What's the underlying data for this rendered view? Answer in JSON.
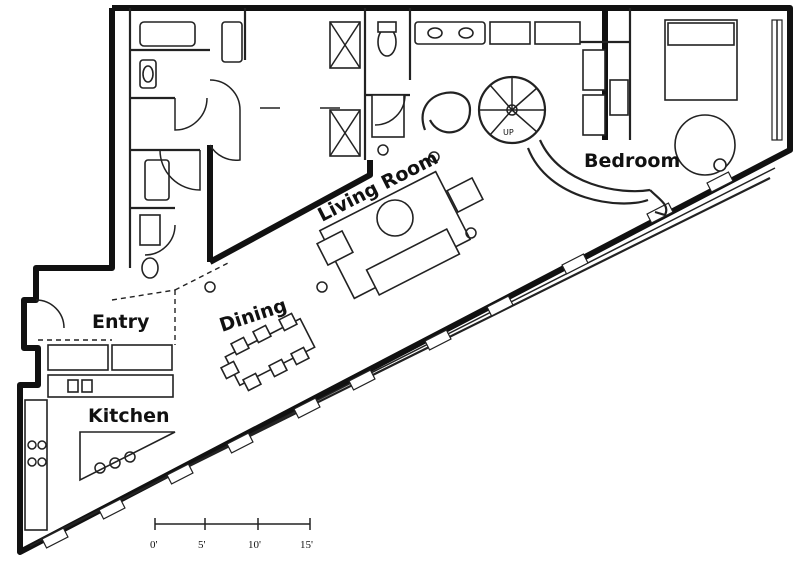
{
  "rooms": {
    "living_room": "Living Room",
    "bedroom": "Bedroom",
    "entry": "Entry",
    "dining": "Dining",
    "kitchen": "Kitchen"
  },
  "stair": {
    "label": "UP"
  },
  "scale_bar": {
    "ticks": [
      "0'",
      "5'",
      "10'",
      "15'"
    ]
  }
}
